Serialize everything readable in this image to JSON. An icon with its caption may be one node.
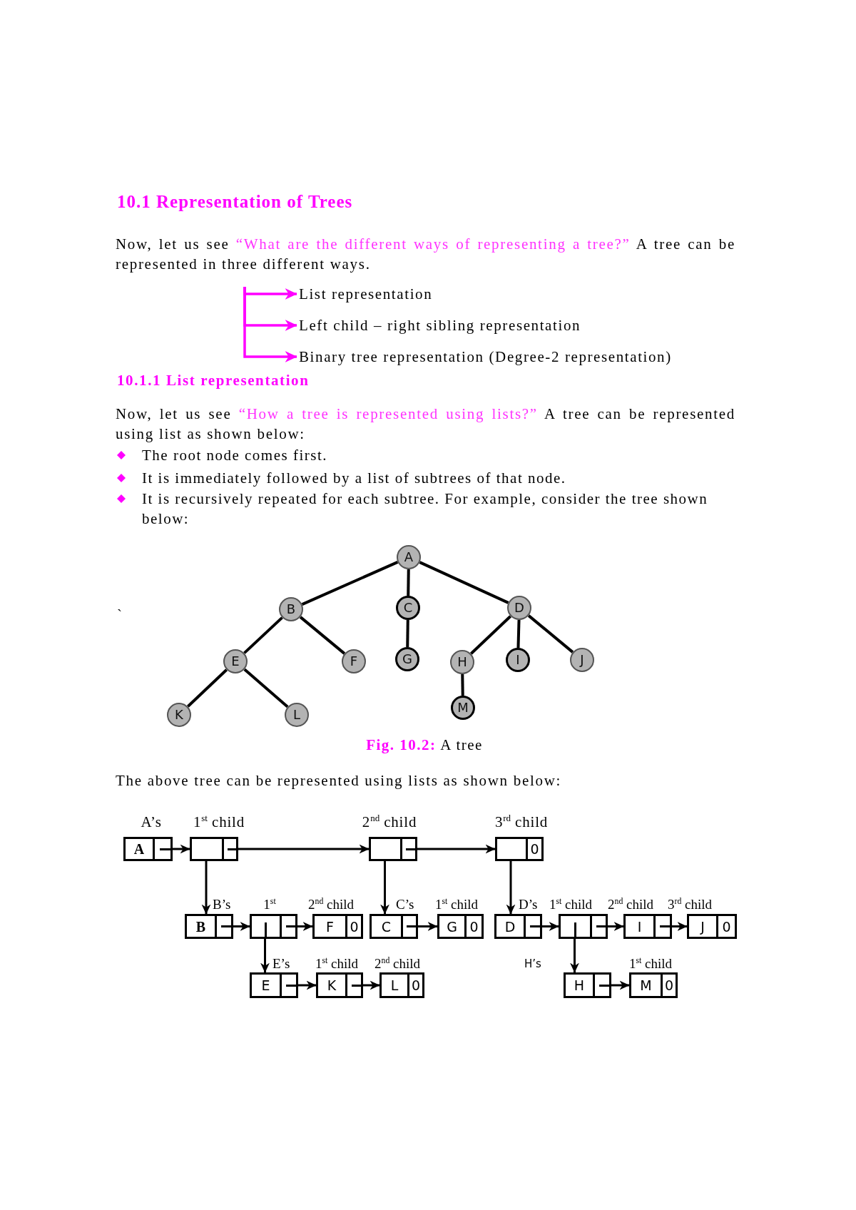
{
  "diagram": {
    "title": "10.1 Representation of Trees",
    "caption": "**Fig. 10.2:** A tree",
    "nodes": [
      {
        "text": [
          "List representation"
        ]
      },
      {
        "text": [
          "Left child – right sibling representation"
        ]
      },
      {
        "text": [
          "Binary tree representation (Degree-2 representation)"
        ]
      },
      {
        "text": [
          "A"
        ]
      },
      {
        "text": [
          "B"
        ]
      },
      {
        "text": [
          "C"
        ]
      },
      {
        "text": [
          "D"
        ]
      },
      {
        "text": [
          "E"
        ]
      },
      {
        "text": [
          "F"
        ]
      },
      {
        "text": [
          "G"
        ]
      },
      {
        "text": [
          "H"
        ]
      },
      {
        "text": [
          "I"
        ]
      },
      {
        "text": [
          "J"
        ]
      },
      {
        "text": [
          "K"
        ]
      },
      {
        "text": [
          "L"
        ]
      },
      {
        "text": [
          "M"
        ]
      },
      {
        "text": [
          "A"
        ],
        "beside": [
          "A’s"
        ]
      },
      {
        "text": [],
        "shape": "box",
        "beside": [
          "1$^{st}$ child"
        ]
      },
      {
        "text": [],
        "shape": "box",
        "beside": [
          "2$^{nd}$ child"
        ]
      },
      {
        "text": [
          "0"
        ],
        "beside": [
          "3$^{rd}$ child"
        ]
      },
      {
        "text": [
          "B"
        ],
        "beside": [
          "B’s"
        ]
      },
      {
        "text": [],
        "shape": "box",
        "beside": [
          "1$^{st}$"
        ]
      },
      {
        "text": [
          "F",
          "0"
        ],
        "beside": [
          "2$^{nd}$ child"
        ]
      },
      {
        "text": [
          "C"
        ],
        "beside": [
          "C’s"
        ]
      },
      {
        "text": [
          "G",
          "0"
        ],
        "beside": [
          "1$^{st}$ child"
        ]
      },
      {
        "text": [
          "D"
        ],
        "beside": [
          "D’s"
        ]
      },
      {
        "text": [],
        "shape": "box",
        "beside": [
          "1$^{st}$ child"
        ]
      },
      {
        "text": [
          "I"
        ],
        "beside": [
          "2$^{nd}$ child"
        ]
      },
      {
        "text": [
          "J",
          "0"
        ],
        "beside": [
          "3$^{rd}$ child"
        ]
      },
      {
        "text": [
          "E"
        ],
        "beside": [
          "E’s"
        ]
      },
      {
        "text": [
          "K"
        ],
        "beside": [
          "1$^{st}$ child"
        ]
      },
      {
        "text": [
          "L",
          "0"
        ],
        "beside": [
          "2$^{nd}$ child"
        ]
      },
      {
        "text": [
          "H"
        ],
        "beside": [
          "H’s"
        ]
      },
      {
        "text": [
          "M",
          "0"
        ],
        "beside": [
          "1$^{st}$ child"
        ]
      }
    ],
    "edges": [
      {
        "from": null,
        "to": 0,
        "arrow": "to",
        "color": "#ff00ff"
      },
      {
        "from": null,
        "to": 1,
        "arrow": "to",
        "color": "#ff00ff"
      },
      {
        "from": null,
        "to": 2,
        "arrow": "to",
        "color": "#ff00ff"
      },
      {
        "from": 3,
        "to": 4,
        "arrow": "none"
      },
      {
        "from": 3,
        "to": 5,
        "arrow": "none"
      },
      {
        "from": 3,
        "to": 6,
        "arrow": "none"
      },
      {
        "from": 4,
        "to": 7,
        "arrow": "none"
      },
      {
        "from": 4,
        "to": 8,
        "arrow": "none"
      },
      {
        "from": 5,
        "to": 9,
        "arrow": "none"
      },
      {
        "from": 6,
        "to": 10,
        "arrow": "none"
      },
      {
        "from": 6,
        "to": 11,
        "arrow": "none"
      },
      {
        "from": 6,
        "to": 12,
        "arrow": "none"
      },
      {
        "from": 7,
        "to": 13,
        "arrow": "none"
      },
      {
        "from": 7,
        "to": 14,
        "arrow": "none"
      },
      {
        "from": 10,
        "to": 15,
        "arrow": "none"
      },
      {
        "from": 16,
        "to": 17,
        "arrow": "to"
      },
      {
        "from": 17,
        "to": 18,
        "arrow": "to"
      },
      {
        "from": 18,
        "to": 19,
        "arrow": "to"
      },
      {
        "from": 17,
        "to": 20,
        "arrow": "to"
      },
      {
        "from": 18,
        "to": 23,
        "arrow": "to"
      },
      {
        "from": 19,
        "to": 25,
        "arrow": "to"
      },
      {
        "from": 20,
        "to": 21,
        "arrow": "to"
      },
      {
        "from": 21,
        "to": 22,
        "arrow": "to"
      },
      {
        "from": 21,
        "to": 29,
        "arrow": "to"
      },
      {
        "from": 23,
        "to": 24,
        "arrow": "to"
      },
      {
        "from": 25,
        "to": 26,
        "arrow": "to"
      },
      {
        "from": 26,
        "to": 27,
        "arrow": "to"
      },
      {
        "from": 27,
        "to": 28,
        "arrow": "to"
      },
      {
        "from": 26,
        "to": 32,
        "arrow": "to"
      },
      {
        "from": 29,
        "to": 30,
        "arrow": "to"
      },
      {
        "from": 30,
        "to": 31,
        "arrow": "to"
      },
      {
        "from": 32,
        "to": 33,
        "arrow": "to"
      }
    ],
    "labels": [
      "Now, let us see “What are the different ways of representing a tree?” A tree can be represented in three different ways.",
      "10.1.1 List representation",
      "Now, let us see “How a tree is represented using lists?” A tree can be represented using list as shown below:",
      "The root node comes first.",
      "It is immediately followed by a list of subtrees of that node.",
      "It is recursively repeated for each subtree. For example, consider the tree shown below:",
      "`",
      "The above tree can be represented using lists as shown below:"
    ]
  }
}
